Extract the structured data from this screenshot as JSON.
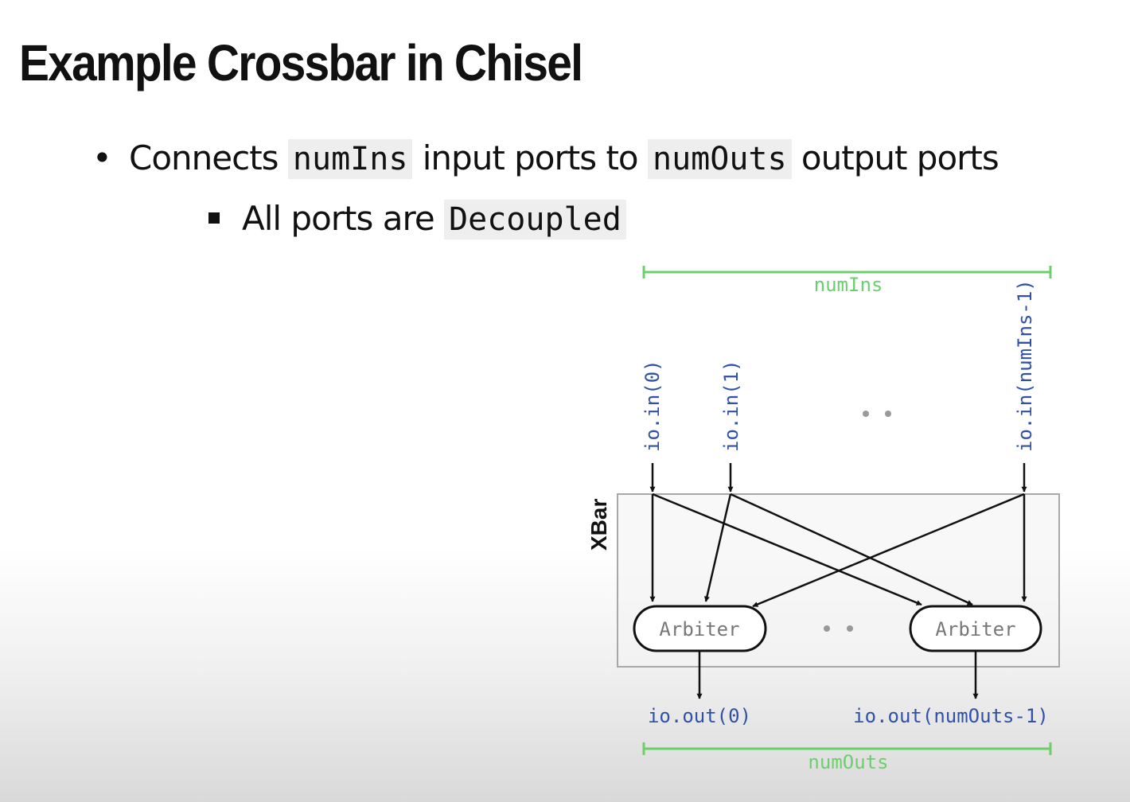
{
  "slide": {
    "title": "Example Crossbar in Chisel"
  },
  "bullets": {
    "line1": {
      "text1": "Connects ",
      "code1": "numIns",
      "text2": " input ports to ",
      "code2": "numOuts",
      "text3": " output ports"
    },
    "line2": {
      "text1": "All ports are ",
      "code1": "Decoupled"
    }
  },
  "diagram": {
    "num_ins_label": "numIns",
    "num_outs_label": "numOuts",
    "xbar_label": "XBar",
    "in0_label": "io.in(0)",
    "in1_label": "io.in(1)",
    "in_last_label": "io.in(numIns-1)",
    "out0_label": "io.out(0)",
    "out_last_label": "io.out(numOuts-1)",
    "arbiter_left_label": "Arbiter",
    "arbiter_right_label": "Arbiter",
    "colors": {
      "dimension_green": "#6ccf6c",
      "port_label_blue": "#2f52a8",
      "arbiter_text_gray": "#777777",
      "box_border_gray": "#a8a8a8"
    }
  }
}
